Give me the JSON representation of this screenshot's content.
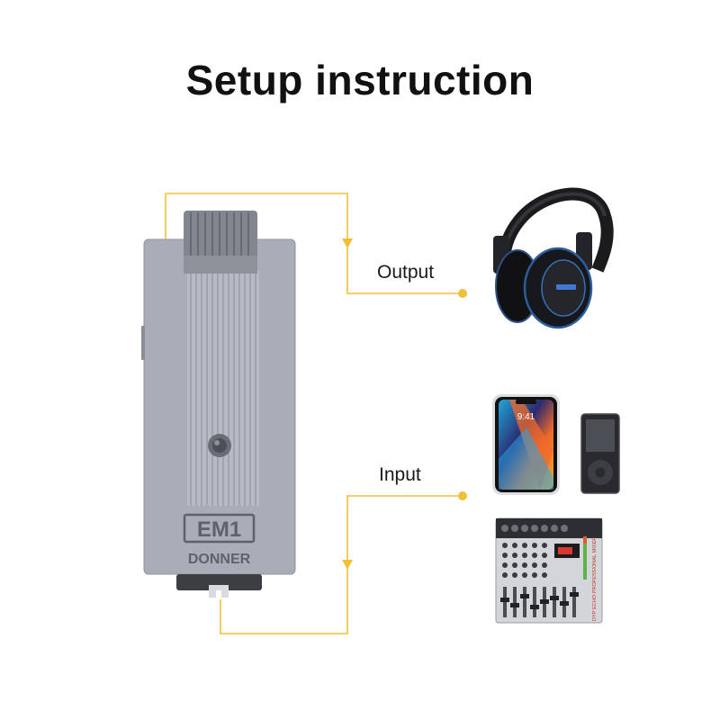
{
  "page": {
    "title": "Setup instruction"
  },
  "labels": {
    "output": "Output",
    "input": "Input"
  },
  "device": {
    "model": "EM1",
    "brand": "DONNER"
  },
  "phone": {
    "time": "9:41"
  },
  "mixer": {
    "side_text": "DYP ECHO PROFESSIONAL MIXER"
  },
  "colors": {
    "connector_line": "#f2c038",
    "device_body": "#a9adb8",
    "device_dark": "#7d818b",
    "text": "#111111"
  },
  "icons": [
    "headphones-icon",
    "smartphone-icon",
    "mp3-player-icon",
    "audio-mixer-icon",
    "arrow-down-icon"
  ]
}
